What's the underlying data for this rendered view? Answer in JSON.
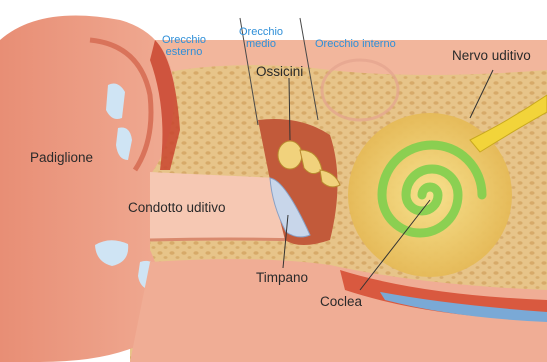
{
  "labels": {
    "outer_ear": "Orecchio esterno",
    "middle_ear": "Orecchio medio",
    "inner_ear": "Orecchio interno",
    "auditory_nerve": "Nervo uditivo",
    "ossicles": "Ossicini",
    "pinna": "Padiglione",
    "ear_canal": "Condotto uditivo",
    "eardrum": "Timpano",
    "cochlea": "Coclea"
  },
  "colors": {
    "skin": "#e9967e",
    "skin_light": "#f3b7a2",
    "bone": "#e8c98e",
    "label_blue": "#2f8fd8",
    "nerve": "#f2d43a",
    "cochlea_green": "#7fcf4e"
  }
}
